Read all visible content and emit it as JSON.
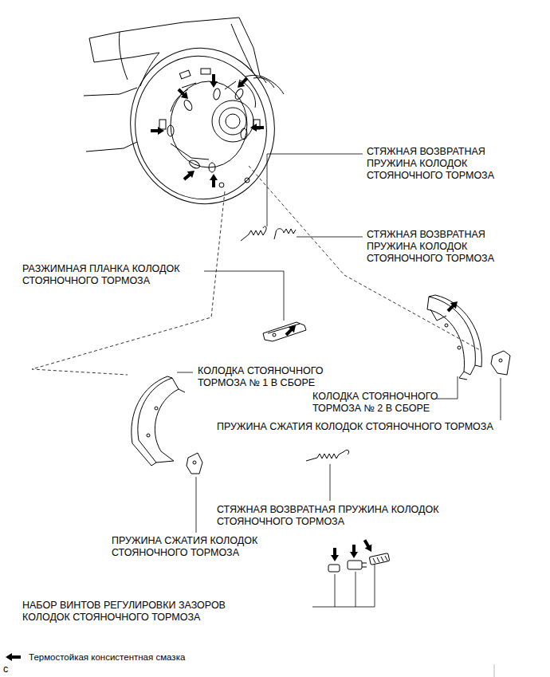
{
  "diagram": {
    "labels": [
      "СТЯЖНАЯ ВОЗВРАТНАЯ ПРУЖИНА КОЛОДОК СТОЯНОЧНОГО ТОРМОЗА",
      "СТЯЖНАЯ ВОЗВРАТНАЯ ПРУЖИНА КОЛОДОК СТОЯНОЧНОГО ТОРМОЗА",
      "РАЗЖИМНАЯ ПЛАНКА КОЛОДОК СТОЯНОЧНОГО ТОРМОЗА",
      "КОЛОДКА СТОЯНОЧНОГО ТОРМОЗА № 1 В СБОРЕ",
      "КОЛОДКА СТОЯНОЧНОГО ТОРМОЗА № 2 В СБОРЕ",
      "ПРУЖИНА СЖАТИЯ КОЛОДОК СТОЯНОЧНОГО ТОРМОЗА",
      "ПРУЖИНА СЖАТИЯ КОЛОДОК СТОЯНОЧНОГО ТОРМОЗА",
      "СТЯЖНАЯ ВОЗВРАТНАЯ ПРУЖИНА КОЛОДОК СТОЯНОЧНОГО ТОРМОЗА",
      "НАБОР ВИНТОВ РЕГУЛИРОВКИ ЗАЗОРОВ КОЛОДОК СТОЯНОЧНОГО ТОРМОЗА",
      "c"
    ],
    "legend": [
      {
        "text": "Термостойкая консистентная смазка"
      }
    ]
  }
}
